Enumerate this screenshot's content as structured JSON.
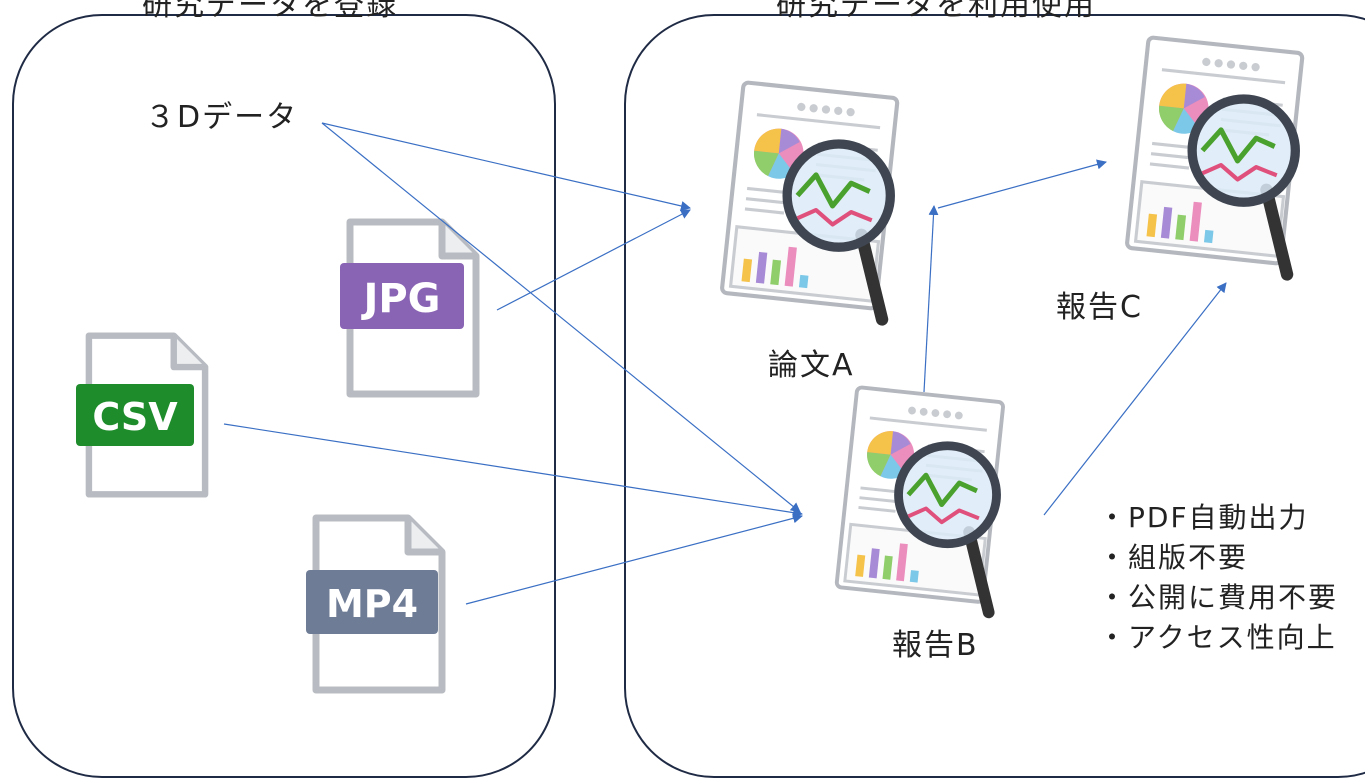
{
  "left_panel": {
    "heading": "研究データを登録"
  },
  "right_panel": {
    "heading": "研究データを利用使用"
  },
  "data_items": {
    "three_d": "３Dデータ",
    "jpg": "JPG",
    "csv": "CSV",
    "mp4": "MP4"
  },
  "documents": {
    "paper_a": "論文A",
    "report_b": "報告B",
    "report_c": "報告C"
  },
  "features": [
    "・PDF自動出力",
    "・組版不要",
    "・公開に費用不要",
    "・アクセス性向上"
  ],
  "colors": {
    "jpg": "#8a64b4",
    "csv": "#1f8c2c",
    "mp4": "#6f7c96",
    "arrow": "#3a6fc4",
    "panel_border": "#1f2a44"
  }
}
